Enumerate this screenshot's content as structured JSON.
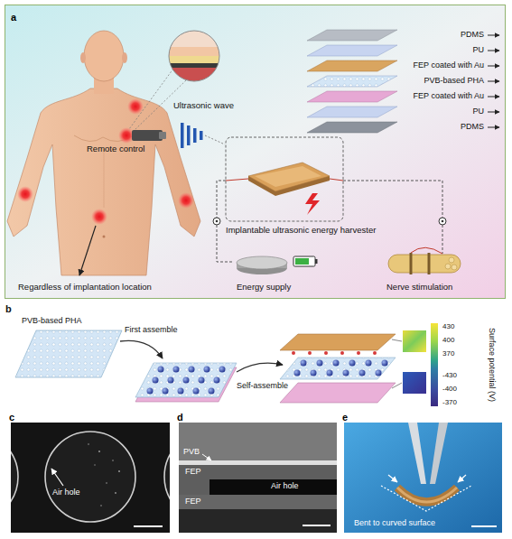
{
  "diagram": {
    "nodes": [
      {
        "text": [
          "a"
        ]
      },
      {
        "text": [
          "c"
        ]
      },
      {
        "text": [
          "d"
        ]
      },
      {
        "text": [
          "e"
        ]
      }
    ],
    "labels": [
      "b",
      "Remote control",
      "Ultrasonic wave",
      "Implantable ultrasonic energy harvester",
      "Regardless of implantation location",
      "Energy supply",
      "Nerve stimulation",
      "PDMS",
      "PU",
      "FEP coated with Au",
      "PVB-based PHA",
      "FEP coated with Au",
      "PU",
      "PDMS",
      "PVB-based PHA",
      "First assemble",
      "Self-assemble",
      "Surface potential (V)",
      "430",
      "400",
      "370",
      "-430",
      "-400",
      "-370",
      "Air hole",
      "PVB",
      "FEP",
      "FEP",
      "Air hole",
      "Bent to curved surface"
    ]
  }
}
